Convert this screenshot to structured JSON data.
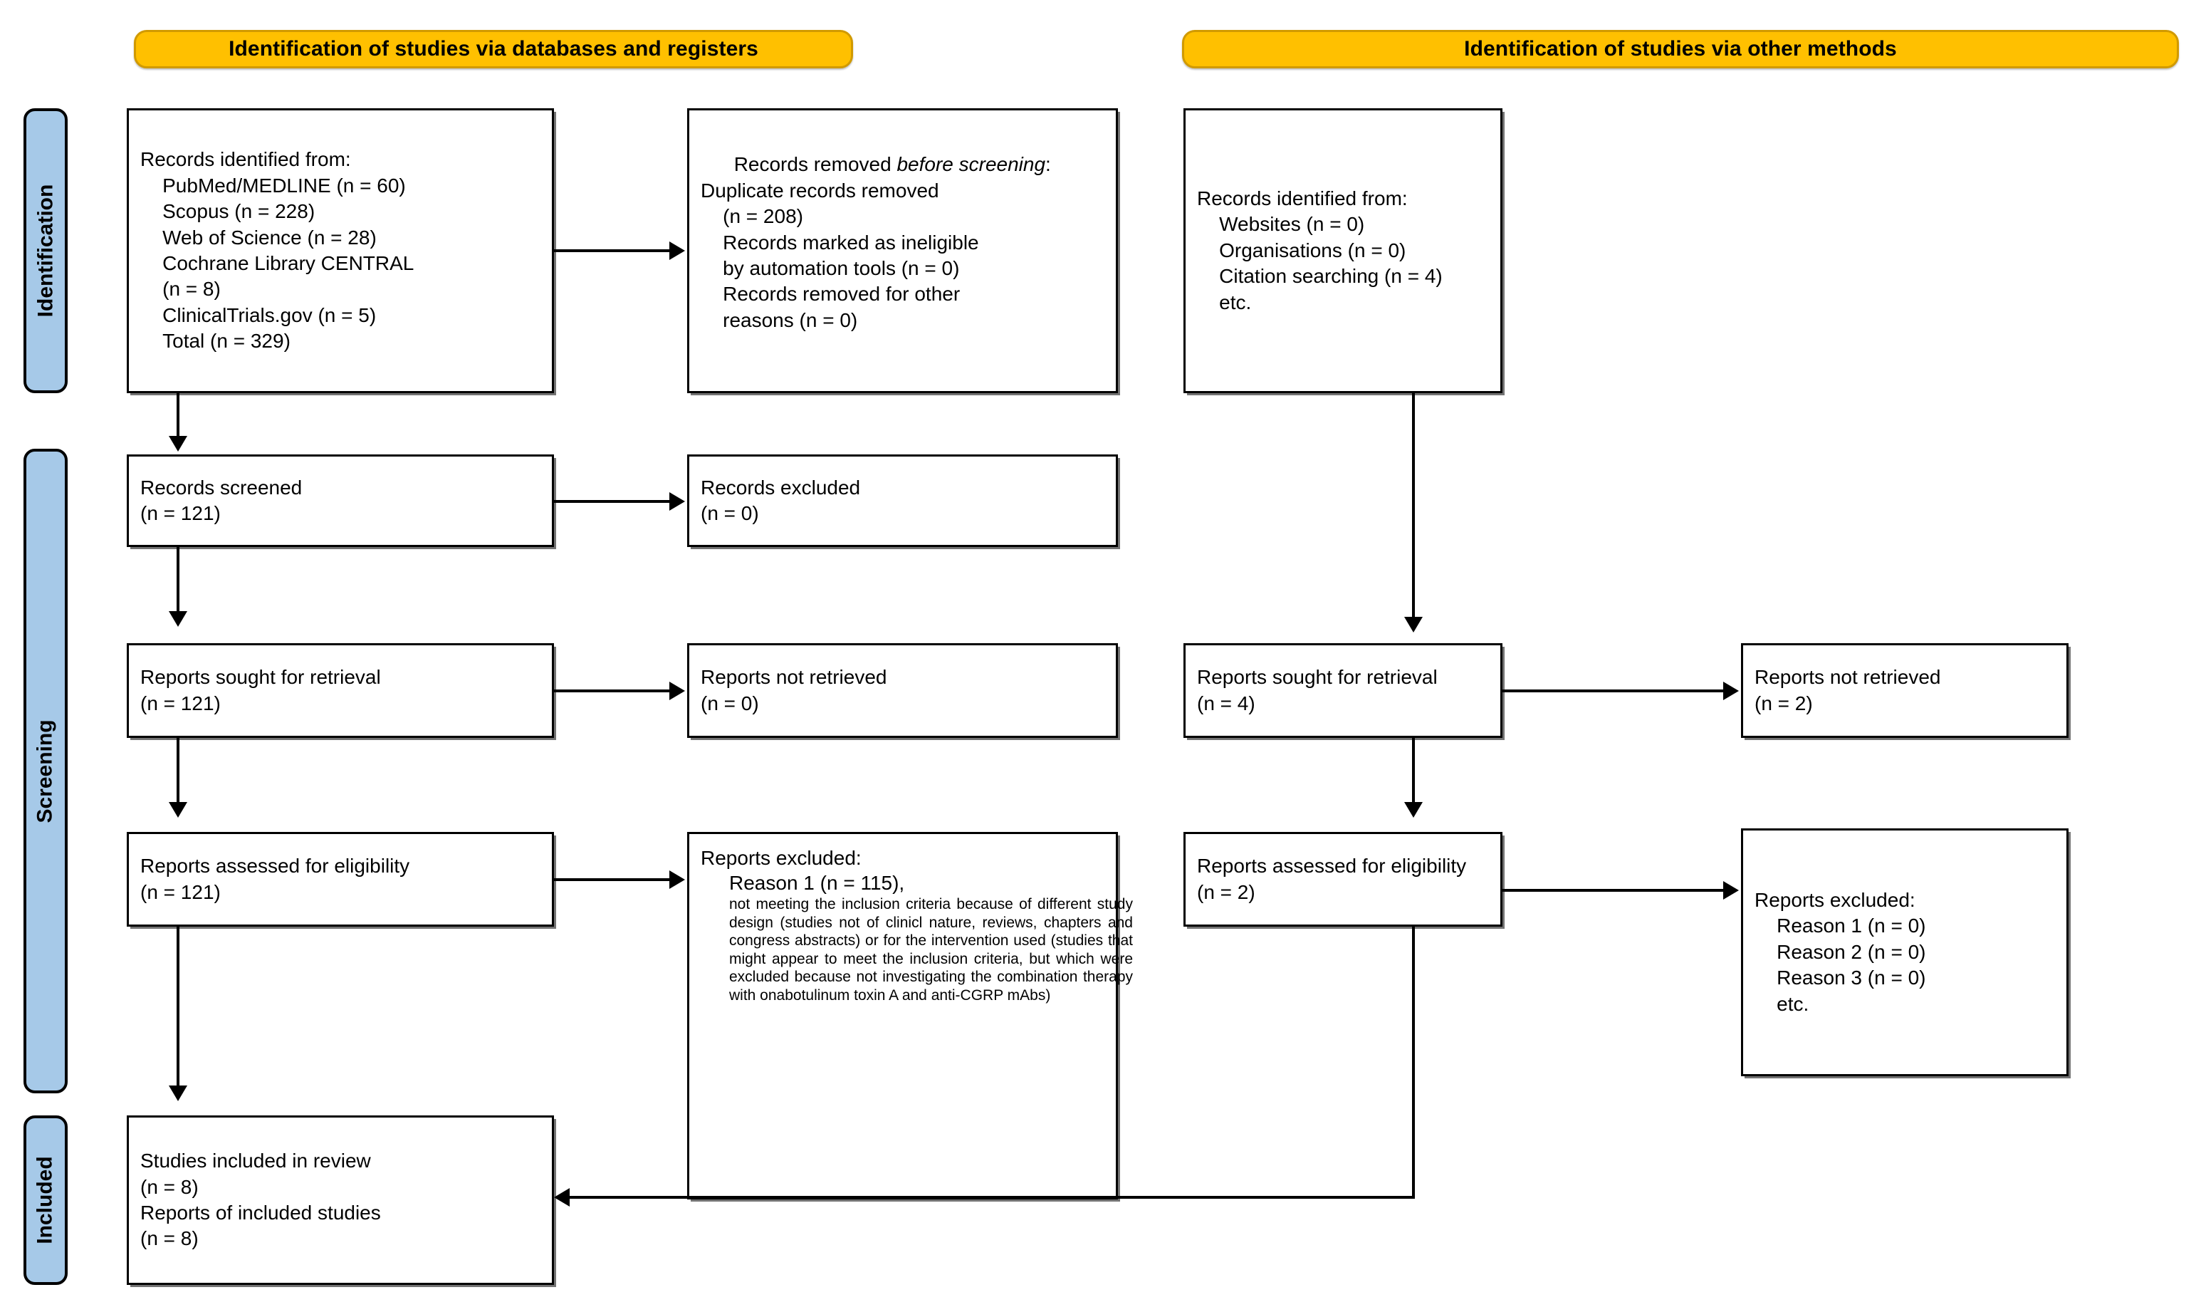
{
  "diagram": {
    "title": "PRISMA 2020 flow diagram",
    "type": "flowchart",
    "accent_colors": {
      "banner_fill": "#FFC000",
      "banner_border": "#D19A00",
      "stage_bar_fill": "#A6C9E8",
      "box_border": "#000000",
      "text": "#000000"
    }
  },
  "banners": {
    "databases": "Identification of studies via databases and registers",
    "other_methods": "Identification of studies via other methods"
  },
  "stage_labels": {
    "identification": "Identification",
    "screening": "Screening",
    "included": "Included"
  },
  "boxes": {
    "records_identified": {
      "heading": "Records identified from:",
      "items": [
        "PubMed/MEDLINE (n = 60)",
        "Scopus (n = 228)",
        "Web of Science (n = 28)",
        "Cochrane Library CENTRAL",
        "(n = 8)",
        "ClinicalTrials.gov (n = 5)",
        "Total (n = 329)"
      ],
      "full_text": "Records identified from:\n    PubMed/MEDLINE (n = 60)\n    Scopus (n = 228)\n    Web of Science (n = 28)\n    Cochrane Library CENTRAL\n    (n = 8)\n    ClinicalTrials.gov (n = 5)\n    Total (n = 329)"
    },
    "records_removed": {
      "heading_plain": "Records removed ",
      "heading_italic": "before screening",
      "heading_colon": ":",
      "items": [
        "Duplicate records removed",
        "(n = 208)",
        "Records marked as ineligible",
        "by automation tools (n = 0)",
        "Records removed for other",
        "reasons (n = 0)"
      ],
      "body_text": "    Duplicate records removed\n    (n = 208)\n    Records marked as ineligible\n    by automation tools (n = 0)\n    Records removed for other\n    reasons (n = 0)"
    },
    "records_screened": {
      "label": "Records screened",
      "count": "(n = 121)",
      "full_text": "Records screened\n(n = 121)"
    },
    "records_excluded": {
      "label": "Records excluded",
      "count": "(n = 0)",
      "full_text": "Records excluded\n(n = 0)"
    },
    "reports_sought_left": {
      "label": "Reports sought for retrieval",
      "count": "(n = 121)",
      "full_text": "Reports sought for retrieval\n(n = 121)"
    },
    "reports_not_retrieved_left": {
      "label": "Reports not retrieved",
      "count": "(n = 0)",
      "full_text": "Reports not retrieved\n(n = 0)"
    },
    "reports_assessed_left": {
      "label": "Reports assessed for eligibility",
      "count": "(n = 121)",
      "full_text": "Reports assessed for eligibility\n(n = 121)"
    },
    "reports_excluded_left": {
      "heading": "Reports excluded:",
      "reason_heading": "Reason 1 (n = 115),",
      "reason_body": "not meeting the inclusion criteria because of different study design (studies not of clinicl nature, reviews, chapters and congress abstracts) or for the intervention used (studies that might appear to meet the inclusion criteria, but which were excluded because not investigating the combination therapy with onabotulinum toxin A and anti-CGRP mAbs)"
    },
    "studies_included": {
      "line1": "Studies included in review",
      "line2": "(n = 8)",
      "line3": "Reports of included studies",
      "line4": "(n = 8)",
      "full_text": "Studies included in review\n(n = 8)\nReports of included studies\n(n = 8)"
    },
    "records_identified_other": {
      "heading": "Records identified from:",
      "items": [
        "Websites (n = 0)",
        "Organisations (n = 0)",
        "Citation searching (n = 4)",
        "etc."
      ],
      "full_text": "Records identified from:\n    Websites (n = 0)\n    Organisations (n = 0)\n    Citation searching (n = 4)\n    etc."
    },
    "reports_sought_right": {
      "label": "Reports sought for retrieval",
      "count": "(n = 4)",
      "full_text": "Reports sought for retrieval\n(n = 4)"
    },
    "reports_not_retrieved_right": {
      "label": "Reports not retrieved",
      "count": "(n = 2)",
      "full_text": "Reports not retrieved\n(n = 2)"
    },
    "reports_assessed_right": {
      "label": "Reports assessed for eligibility",
      "count": "(n = 2)",
      "full_text": "Reports assessed for eligibility\n(n = 2)"
    },
    "reports_excluded_right": {
      "heading": "Reports excluded:",
      "items": [
        "Reason 1 (n = 0)",
        "Reason 2 (n = 0)",
        "Reason 3 (n = 0)",
        "etc."
      ],
      "full_text": "Reports excluded:\n    Reason 1 (n = 0)\n    Reason 2 (n = 0)\n    Reason 3 (n = 0)\n    etc."
    }
  }
}
